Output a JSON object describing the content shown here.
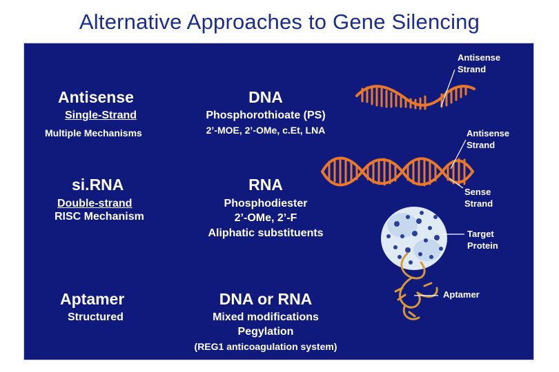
{
  "slide": {
    "title": "Alternative Approaches to Gene Silencing"
  },
  "rows": {
    "antisense": {
      "name": "Antisense",
      "strand": "Single-Strand",
      "mechanism": "Multiple Mechanisms",
      "chem_title": "DNA",
      "chem_line1": "Phosphorothioate (PS)",
      "chem_line2": "2’-MOE, 2’-OMe, c.Et, LNA"
    },
    "sirna": {
      "name": "si.RNA",
      "strand": "Double-strand",
      "mechanism": "RISC Mechanism",
      "chem_title": "RNA",
      "chem_line1": "Phosphodiester",
      "chem_line2": "2’-OMe, 2’-F",
      "chem_line3": "Aliphatic substituents"
    },
    "aptamer": {
      "name": "Aptamer",
      "strand": "Structured",
      "chem_title": "DNA or RNA",
      "chem_line1": "Mixed modifications",
      "chem_line2": "Pegylation",
      "chem_line3": "(REG1 anticoagulation system)"
    }
  },
  "labels": {
    "antisense_strand_1": [
      "Antisense",
      "Strand"
    ],
    "antisense_strand_2": [
      "Antisense",
      "Strand"
    ],
    "sense_strand": [
      "Sense",
      "Strand"
    ],
    "target_protein": [
      "Target",
      "Protein"
    ],
    "aptamer": "Aptamer"
  },
  "colors": {
    "background_panel": "#101a7c",
    "title_text": "#1a2c8c",
    "strand": "#e8782a",
    "protein": "#dfeaf5",
    "aptamer_strand": "#d69a3c"
  }
}
